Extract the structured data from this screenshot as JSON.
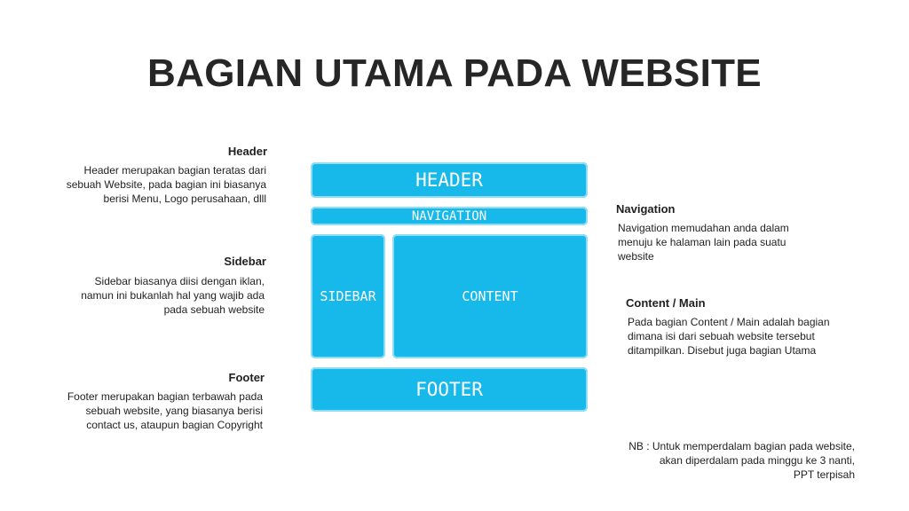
{
  "title": "BAGIAN UTAMA PADA WEBSITE",
  "diagram": {
    "header": "HEADER",
    "navigation": "NAVIGATION",
    "sidebar": "SIDEBAR",
    "content": "CONTENT",
    "footer": "FOOTER",
    "box_color": "#16b9ea"
  },
  "sections": {
    "header": {
      "heading": "Header",
      "lines": [
        "Header merupakan bagian teratas dari",
        "sebuah Website, pada bagian ini biasanya",
        "berisi Menu, Logo perusahaan, dlll"
      ]
    },
    "sidebar": {
      "heading": "Sidebar",
      "lines": [
        "Sidebar biasanya diisi dengan iklan,",
        "namun ini bukanlah hal yang wajib ada",
        "pada sebuah website"
      ]
    },
    "footer": {
      "heading": "Footer",
      "lines": [
        "Footer merupakan bagian terbawah pada",
        "sebuah website, yang biasanya berisi",
        "contact us, ataupun bagian Copyright"
      ]
    },
    "navigation": {
      "heading": "Navigation",
      "lines": [
        "Navigation memudahan anda dalam",
        "menuju ke halaman lain pada suatu",
        "website"
      ]
    },
    "content": {
      "heading": "Content / Main",
      "lines": [
        "Pada bagian Content / Main adalah bagian",
        "dimana isi dari sebuah website tersebut",
        "ditampilkan. Disebut juga bagian Utama"
      ]
    }
  },
  "note": {
    "lines": [
      "NB : Untuk memperdalam bagian pada website,",
      "akan diperdalam pada minggu ke 3 nanti,",
      "PPT terpisah"
    ]
  }
}
